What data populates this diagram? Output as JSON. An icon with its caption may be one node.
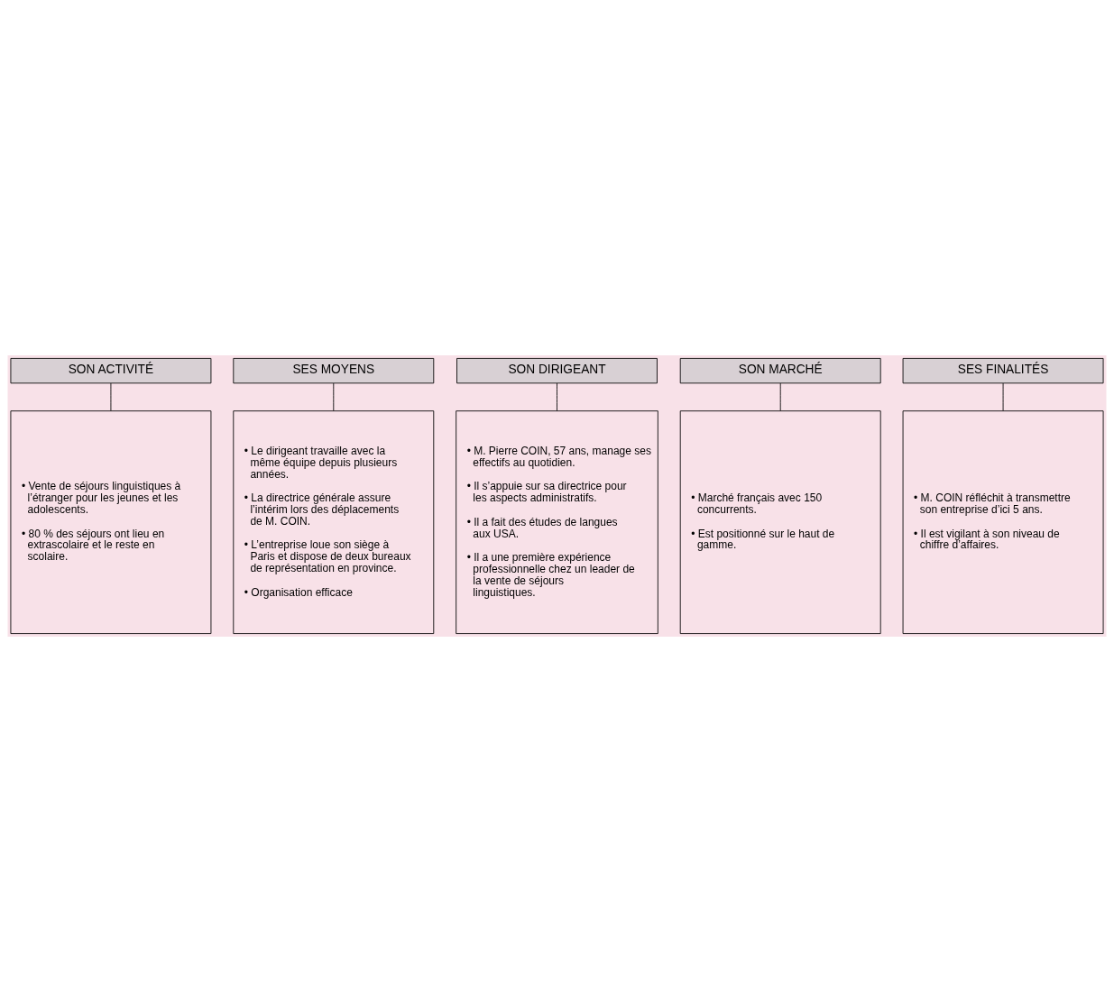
{
  "diagram": {
    "nodes": [
      {
        "text": [
          "SON ACTIVITÉ"
        ]
      },
      {
        "text": [
          "• Vente de séjours linguistiques à l’étranger pour les jeunes et les adolescents.",
          "• 80 % des séjours ont lieu en extrascolaire et le reste en scolaire."
        ]
      },
      {
        "text": [
          "SES MOYENS"
        ]
      },
      {
        "text": [
          "• Le dirigeant travaille avec la même équipe depuis plusieurs années.",
          "• La directrice générale assure l’intérim lors des déplacements de M. COIN.",
          "• L’entreprise loue son siège à Paris et dispose de deux bureaux de représentation en province.",
          "• Organisation efficace"
        ]
      },
      {
        "text": [
          "SON DIRIGEANT"
        ]
      },
      {
        "text": [
          "• M. Pierre COIN, 57 ans, manage ses effectifs au quotidien.",
          "• Il s’appuie sur sa directrice pour les aspects administratifs.",
          "• Il a fait des études de langues aux USA.",
          "• Il a une première expérience professionnelle chez un leader de la vente de séjours linguistiques."
        ]
      },
      {
        "text": [
          "SON MARCHÉ"
        ]
      },
      {
        "text": [
          "• Marché français avec 150 concurrents.",
          "• Est positionné sur le haut de gamme."
        ]
      },
      {
        "text": [
          "SES FINALITÉS"
        ]
      },
      {
        "text": [
          "• M. COIN réfléchit à transmettre son entreprise d’ici 5 ans.",
          "• Il est vigilant à son niveau de chiffre d’affaires."
        ]
      }
    ],
    "edges": [
      {
        "from": 0,
        "to": 1,
        "arrow": "none"
      },
      {
        "from": 2,
        "to": 3,
        "arrow": "none"
      },
      {
        "from": 4,
        "to": 5,
        "arrow": "none"
      },
      {
        "from": 6,
        "to": 7,
        "arrow": "none"
      },
      {
        "from": 8,
        "to": 9,
        "arrow": "none"
      }
    ]
  }
}
